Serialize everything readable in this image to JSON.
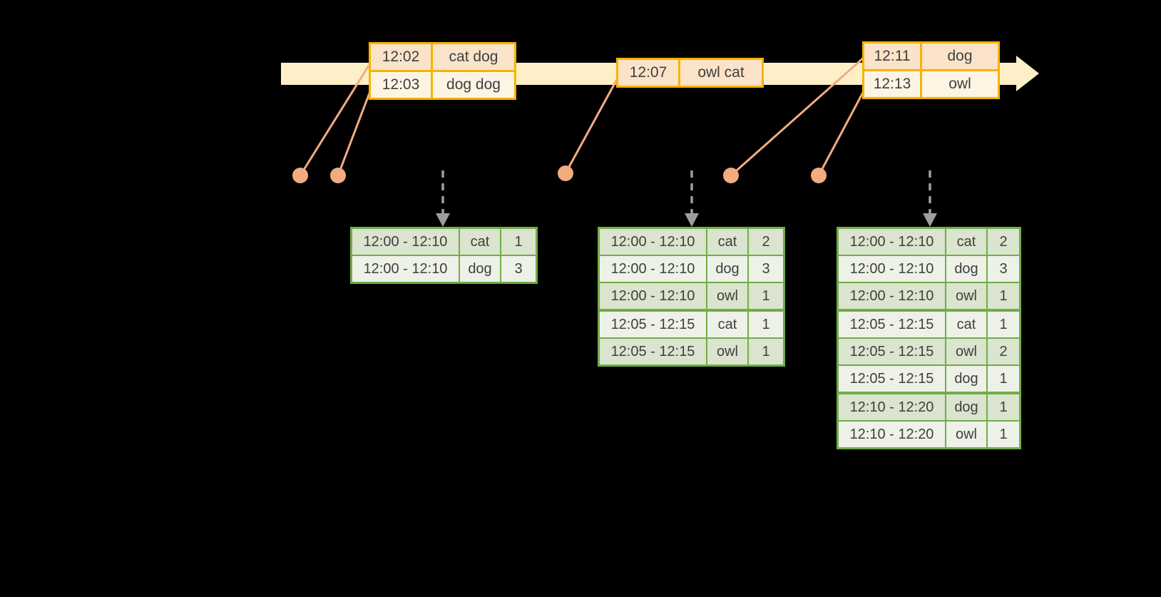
{
  "colors": {
    "background": "#000000",
    "timeline_fill": "#FDF0C8",
    "event_border": "#F5B301",
    "event_row_dark": "#FAE3C8",
    "event_row_light": "#FDF4E4",
    "accent_line": "#F2AC80",
    "result_border": "#70AD47",
    "result_row_dark": "#DBE4CE",
    "result_row_light": "#EEF1E8",
    "arrow_gray": "#9E9E9E",
    "text": "#3F3F3F"
  },
  "event_tables": [
    {
      "rows": [
        [
          "12:02",
          "cat dog"
        ],
        [
          "12:03",
          "dog dog"
        ]
      ]
    },
    {
      "rows": [
        [
          "12:07",
          "owl cat"
        ]
      ]
    },
    {
      "rows": [
        [
          "12:11",
          "dog"
        ],
        [
          "12:13",
          "owl"
        ]
      ]
    }
  ],
  "result_tables": [
    {
      "rows": [
        [
          "12:00 - 12:10",
          "cat",
          "1"
        ],
        [
          "12:00 - 12:10",
          "dog",
          "3"
        ]
      ],
      "group_starts": []
    },
    {
      "rows": [
        [
          "12:00 - 12:10",
          "cat",
          "2"
        ],
        [
          "12:00 - 12:10",
          "dog",
          "3"
        ],
        [
          "12:00 - 12:10",
          "owl",
          "1"
        ],
        [
          "12:05 - 12:15",
          "cat",
          "1"
        ],
        [
          "12:05 - 12:15",
          "owl",
          "1"
        ]
      ],
      "group_starts": [
        3
      ]
    },
    {
      "rows": [
        [
          "12:00 - 12:10",
          "cat",
          "2"
        ],
        [
          "12:00 - 12:10",
          "dog",
          "3"
        ],
        [
          "12:00 - 12:10",
          "owl",
          "1"
        ],
        [
          "12:05 - 12:15",
          "cat",
          "1"
        ],
        [
          "12:05 - 12:15",
          "owl",
          "2"
        ],
        [
          "12:05 - 12:15",
          "dog",
          "1"
        ],
        [
          "12:10 - 12:20",
          "dog",
          "1"
        ],
        [
          "12:10 - 12:20",
          "owl",
          "1"
        ]
      ],
      "group_starts": [
        3,
        6
      ]
    }
  ]
}
